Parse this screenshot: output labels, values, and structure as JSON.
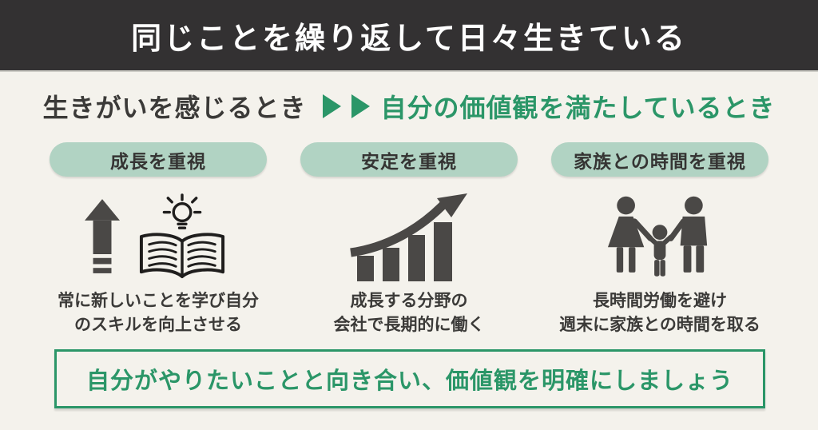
{
  "banner": {
    "title": "同じことを繰り返して日々生きている"
  },
  "heading": {
    "left": "生きがいを感じるとき",
    "right": "自分の価値観を満たしているとき"
  },
  "columns": [
    {
      "pill": "成長を重視",
      "icon": "level-up-arrow-and-book-idea",
      "desc_line1": "常に新しいことを学び自分",
      "desc_line2": "のスキルを向上させる"
    },
    {
      "pill": "安定を重視",
      "icon": "growth-bar-chart-arrow",
      "desc_line1": "成長する分野の",
      "desc_line2": "会社で長期的に働く"
    },
    {
      "pill": "家族との時間を重視",
      "icon": "family-silhouette",
      "desc_line1": "長時間労働を避け",
      "desc_line2": "週末に家族との時間を取る"
    }
  ],
  "footer": {
    "message": "自分がやりたいことと向き合い、価値観を明確にしましょう"
  },
  "colors": {
    "banner_bg": "#333132",
    "page_bg": "#f4f2ec",
    "accent_green": "#2b9668",
    "pill_bg": "#b1d3c3",
    "text_dark": "#3b3a38",
    "icon_dark": "#4a4846"
  }
}
